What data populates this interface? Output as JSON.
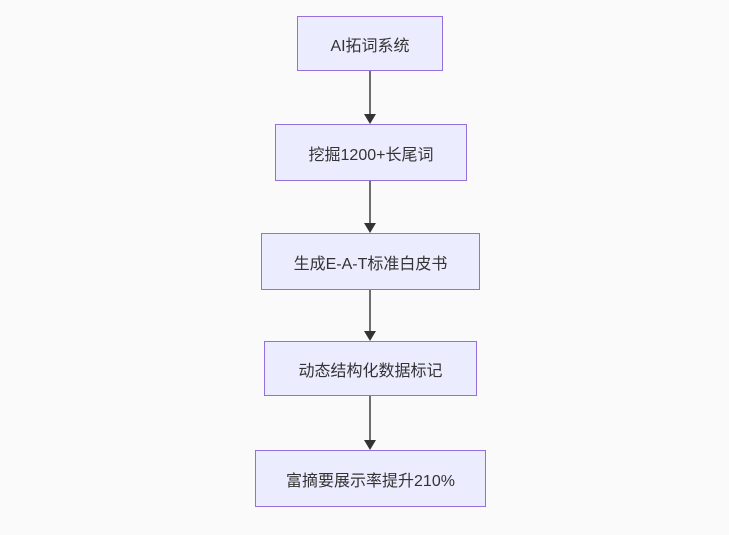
{
  "diagram": {
    "type": "flowchart",
    "direction": "top-down",
    "nodes": [
      {
        "label": "AI拓词系统"
      },
      {
        "label": "挖掘1200+长尾词"
      },
      {
        "label": "生成E-A-T标准白皮书"
      },
      {
        "label": "动态结构化数据标记"
      },
      {
        "label": "富摘要展示率提升210%"
      }
    ],
    "edges": [
      {
        "from": 0,
        "to": 1
      },
      {
        "from": 1,
        "to": 2
      },
      {
        "from": 2,
        "to": 3
      },
      {
        "from": 3,
        "to": 4
      }
    ],
    "colors": {
      "background": "#FAFAFA",
      "node_fill": "#ECECFF",
      "node_border": "#9370DB",
      "text": "#333333",
      "edge_line": "#6E6E6E",
      "arrowhead": "#333333"
    }
  }
}
